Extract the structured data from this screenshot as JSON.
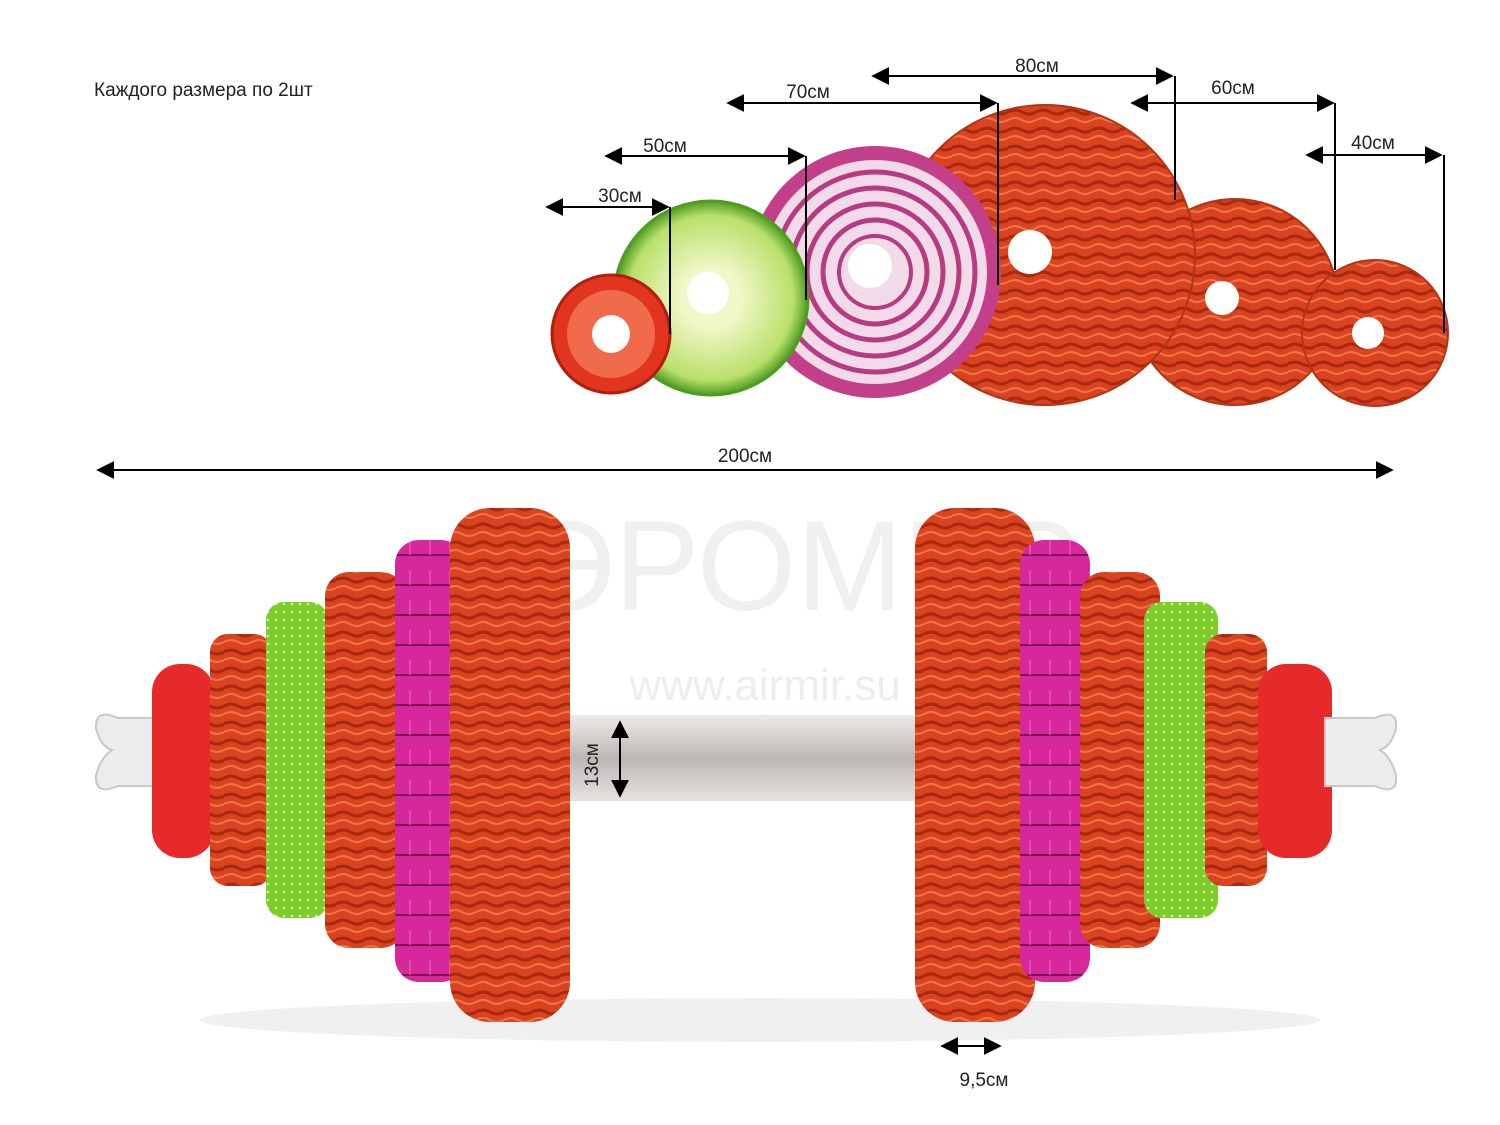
{
  "note": "Каждого размера по 2шт",
  "watermark": {
    "brand": "АЭРОМИР",
    "site": "www.airmir.su"
  },
  "dimensions": {
    "d30": "30см",
    "d50": "50см",
    "d70": "70см",
    "d80": "80см",
    "d60": "60см",
    "d40": "40см",
    "length": "200см",
    "bar": "13см",
    "thickness": "9,5см"
  },
  "colors": {
    "tomato": "#e2351f",
    "cucumber": "#b8e06a",
    "onion": "#c43f8a",
    "meat": "#d9431f",
    "magenta": "#d6289b",
    "green": "#7ccc2c",
    "bar": "#d4d0ce",
    "bone": "#ececec"
  }
}
